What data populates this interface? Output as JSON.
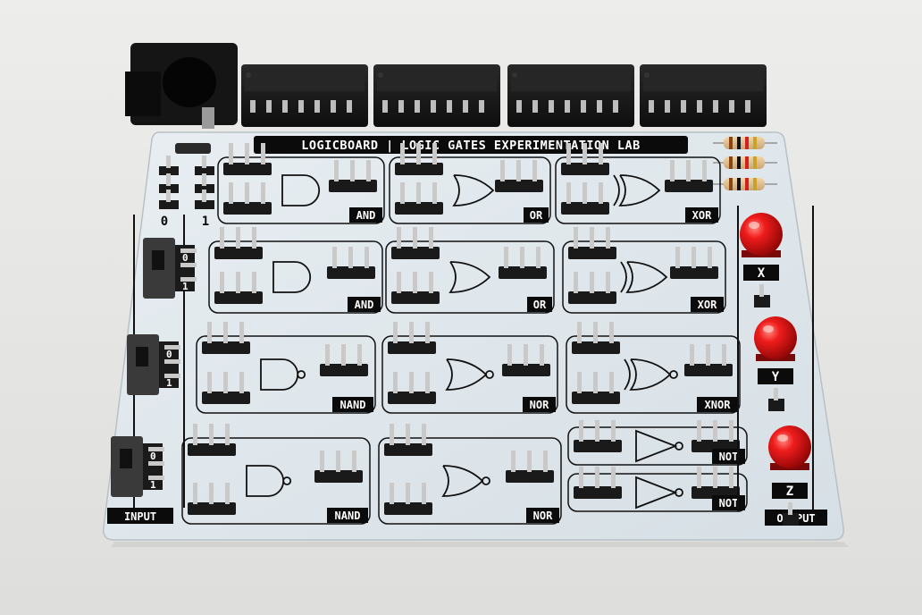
{
  "board": {
    "title": "LOGICBOARD | LOGIC GATES EXPERIMENTATION LAB",
    "colors": {
      "pcb": "#dfe7ec",
      "silk": "#0b0b0b",
      "header": "#1a1a1a",
      "pin": "#c9c9c9",
      "led": "#e01010",
      "chip": "#161616"
    }
  },
  "input": {
    "label": "INPUT",
    "top_labels": [
      "0",
      "1"
    ],
    "switch_labels": [
      "0",
      "1"
    ]
  },
  "gates": [
    {
      "row": 1,
      "col": 1,
      "type": "and",
      "label": "AND"
    },
    {
      "row": 1,
      "col": 2,
      "type": "or",
      "label": "OR"
    },
    {
      "row": 1,
      "col": 3,
      "type": "xor",
      "label": "XOR"
    },
    {
      "row": 2,
      "col": 1,
      "type": "and",
      "label": "AND"
    },
    {
      "row": 2,
      "col": 2,
      "type": "or",
      "label": "OR"
    },
    {
      "row": 2,
      "col": 3,
      "type": "xor",
      "label": "XOR"
    },
    {
      "row": 3,
      "col": 1,
      "type": "nand",
      "label": "NAND"
    },
    {
      "row": 3,
      "col": 2,
      "type": "nor",
      "label": "NOR"
    },
    {
      "row": 3,
      "col": 3,
      "type": "xnor",
      "label": "XNOR"
    },
    {
      "row": 4,
      "col": 1,
      "type": "nand",
      "label": "NAND"
    },
    {
      "row": 4,
      "col": 2,
      "type": "nor",
      "label": "NOR"
    },
    {
      "row": 4,
      "col": 3,
      "type": "not",
      "label": "NOT"
    },
    {
      "row": 4,
      "col": 3,
      "type": "not",
      "label": "NOT"
    }
  ],
  "output": {
    "label": "OUTPUT",
    "leds": [
      "X",
      "Y",
      "Z"
    ]
  }
}
